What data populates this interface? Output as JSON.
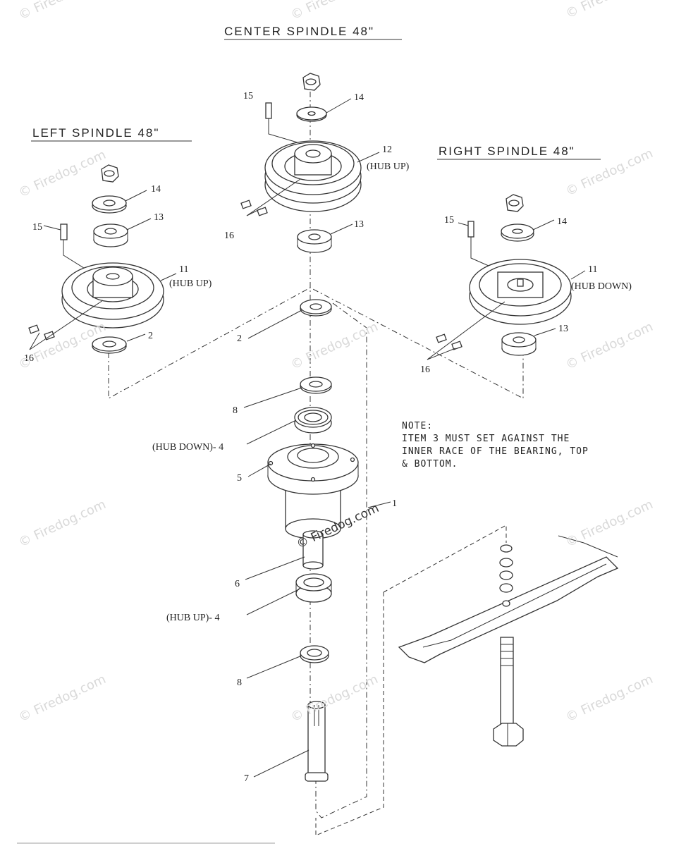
{
  "titles": {
    "center": "CENTER SPINDLE 48\"",
    "left": "LEFT SPINDLE 48\"",
    "right": "RIGHT SPINDLE 48\""
  },
  "note": {
    "heading": "NOTE:",
    "line1": "ITEM 3 MUST SET AGAINST THE",
    "line2": "INNER RACE OF THE BEARING, TOP",
    "line3": "& BOTTOM."
  },
  "callouts": {
    "c15": "15",
    "c14": "14",
    "c12": "12",
    "c12_hub": "(HUB UP)",
    "c16": "16",
    "c13": "13",
    "c2": "2",
    "c8a": "8",
    "c4a": "(HUB DOWN)- 4",
    "c5": "5",
    "c1": "1",
    "c6": "6",
    "c4b": "(HUB UP)- 4",
    "c8b": "8",
    "c7": "7",
    "l14": "14",
    "l15": "15",
    "l13": "13",
    "l11": "11",
    "l11_hub": "(HUB UP)",
    "l16": "16",
    "l2": "2",
    "r15": "15",
    "r14": "14",
    "r11": "11",
    "r11_hub": "(HUB DOWN)",
    "r13": "13",
    "r16": "16"
  },
  "watermark": "© Firedog.com"
}
